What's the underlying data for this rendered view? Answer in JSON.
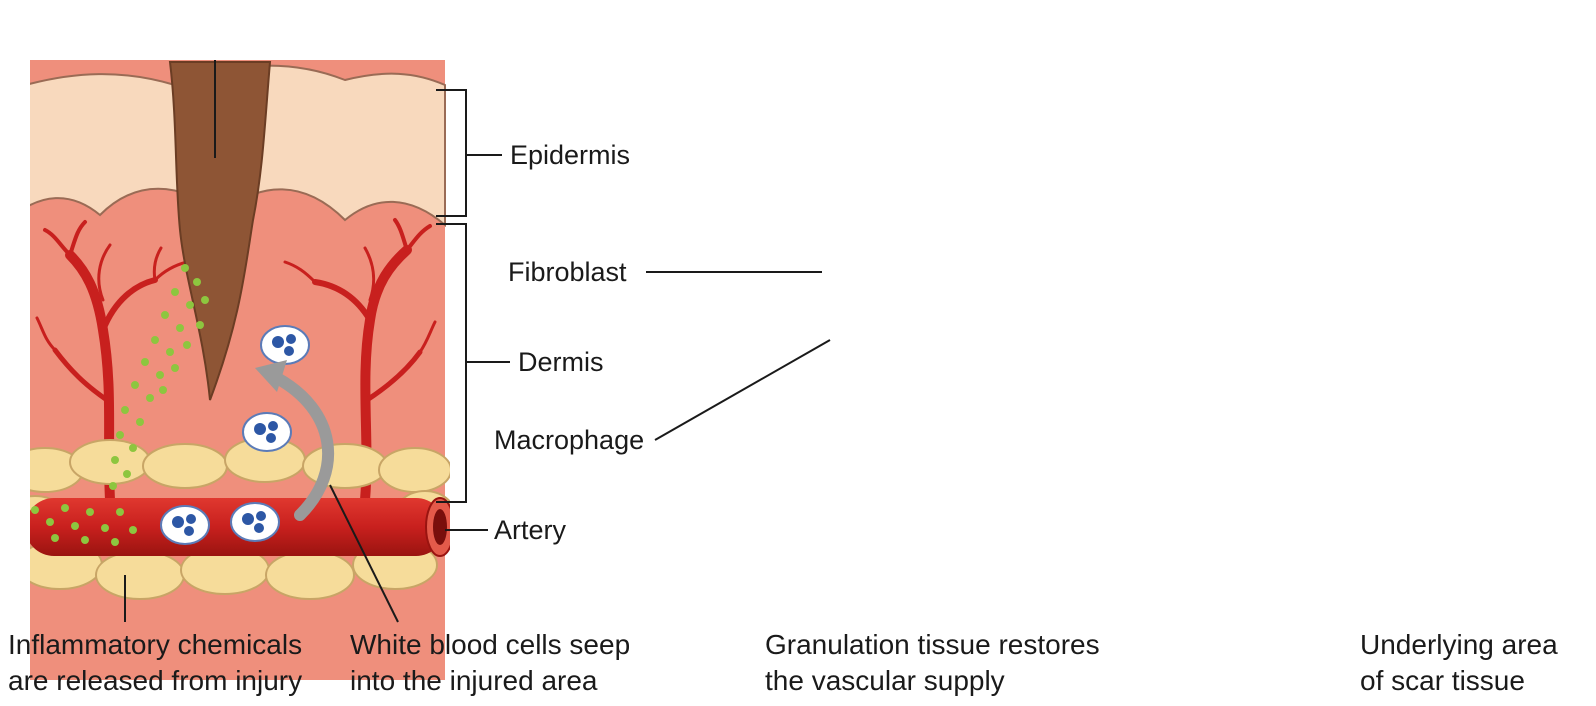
{
  "labels": {
    "epidermis": "Epidermis",
    "dermis": "Dermis",
    "fibroblast": "Fibroblast",
    "macrophage": "Macrophage",
    "artery": "Artery"
  },
  "captions": {
    "inflammatory_line1": "Inflammatory chemicals",
    "inflammatory_line2": "are released from injury",
    "wbc_line1": "White blood cells seep",
    "wbc_line2": "into the injured area",
    "granulation_line1": "Granulation tissue restores",
    "granulation_line2": "the vascular supply",
    "scar_line1": "Underlying area",
    "scar_line2": "of scar tissue"
  },
  "colors": {
    "epidermis": "#f8d9bd",
    "dermis": "#ef8f7c",
    "vessel": "#c8201e",
    "fat": "#f6dc9a",
    "wound": "#8e5535",
    "scab": "#5a3320",
    "wbc_nucleus": "#2d57a5",
    "chemicals": "#8dc63f",
    "scar": "#ffffff"
  }
}
